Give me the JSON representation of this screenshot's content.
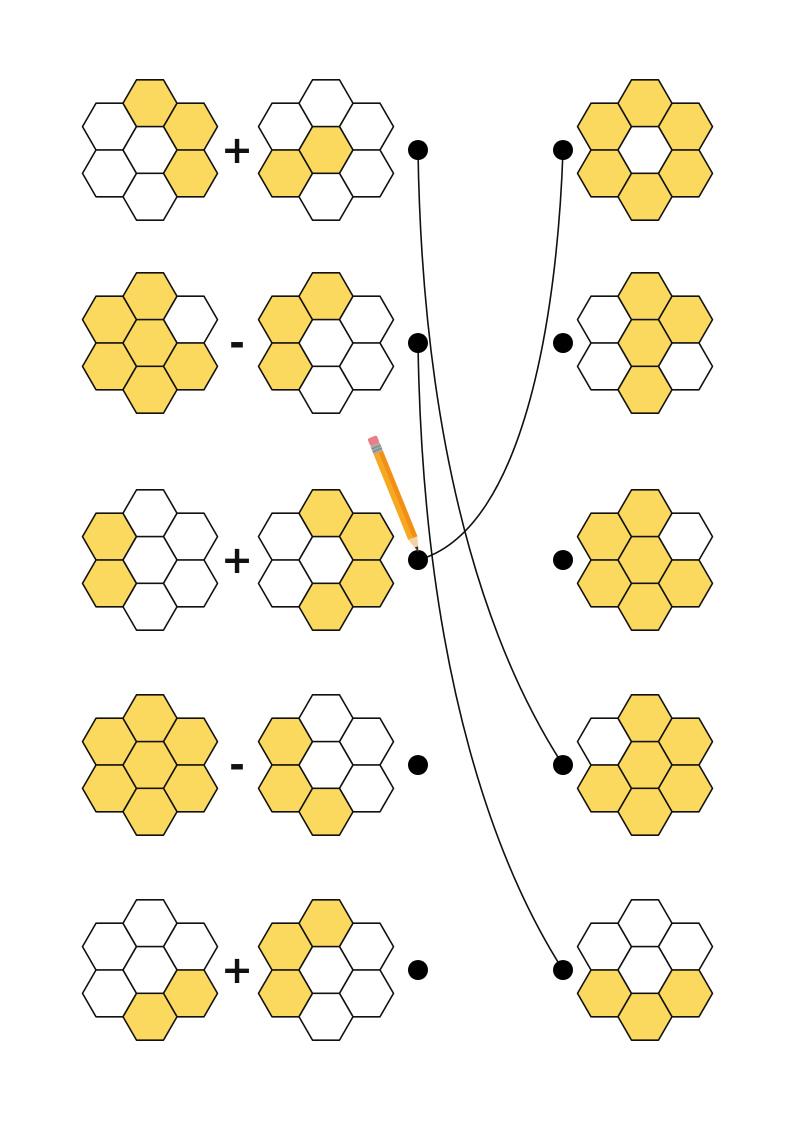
{
  "colors": {
    "filled": "#fbd95f",
    "empty": "#ffffff",
    "stroke": "#111111"
  },
  "left_rows": [
    {
      "a": [
        0,
        1,
        1,
        0,
        0,
        1,
        0
      ],
      "op": "+",
      "b": [
        0,
        0,
        0,
        1,
        1,
        0,
        0
      ]
    },
    {
      "a": [
        1,
        1,
        0,
        1,
        1,
        1,
        1
      ],
      "op": "-",
      "b": [
        1,
        1,
        0,
        1,
        0,
        0,
        0
      ]
    },
    {
      "a": [
        1,
        0,
        0,
        1,
        0,
        0,
        0
      ],
      "op": "+",
      "b": [
        0,
        1,
        1,
        0,
        0,
        1,
        1
      ]
    },
    {
      "a": [
        1,
        1,
        1,
        1,
        1,
        1,
        1
      ],
      "op": "-",
      "b": [
        1,
        0,
        0,
        1,
        0,
        0,
        1
      ]
    },
    {
      "a": [
        0,
        0,
        0,
        0,
        0,
        1,
        1
      ],
      "op": "+",
      "b": [
        1,
        1,
        0,
        1,
        0,
        0,
        0
      ]
    }
  ],
  "right_rows": [
    {
      "cells": [
        1,
        1,
        1,
        1,
        0,
        1,
        1
      ]
    },
    {
      "cells": [
        0,
        1,
        1,
        0,
        1,
        0,
        1
      ]
    },
    {
      "cells": [
        1,
        1,
        0,
        1,
        1,
        1,
        1
      ]
    },
    {
      "cells": [
        0,
        1,
        1,
        1,
        1,
        1,
        1
      ]
    },
    {
      "cells": [
        0,
        0,
        0,
        1,
        0,
        1,
        1
      ]
    }
  ],
  "connections": [
    {
      "from": 0,
      "to": 3
    },
    {
      "from": 1,
      "to": 4
    },
    {
      "from": 2,
      "to": 0
    }
  ],
  "pencil": {
    "icon": "pencil-icon"
  }
}
